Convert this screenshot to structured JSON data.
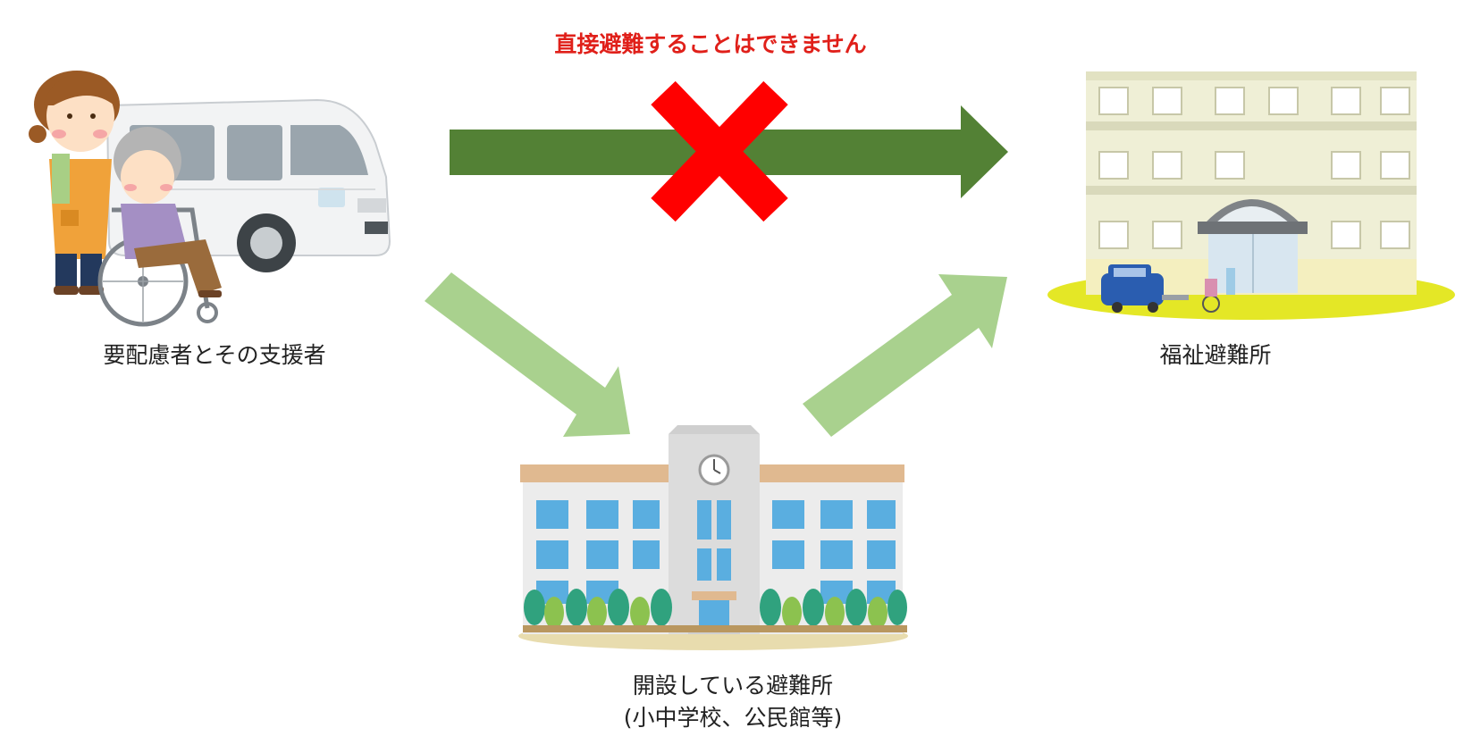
{
  "warning": "直接避難することはできません",
  "nodes": {
    "person": {
      "label": "要配慮者とその支援者"
    },
    "welfare_shelter": {
      "label": "福祉避難所"
    },
    "school_shelter": {
      "line1": "開設している避難所",
      "line2": "(小中学校、公民館等)"
    }
  },
  "edges": [
    {
      "from": "person",
      "to": "welfare_shelter",
      "style": "direct-blocked"
    },
    {
      "from": "person",
      "to": "school_shelter",
      "style": "allowed"
    },
    {
      "from": "school_shelter",
      "to": "welfare_shelter",
      "style": "allowed"
    }
  ],
  "colors": {
    "warning_text": "#e0201a",
    "cross": "#ff0000",
    "direct_arrow": "#538135",
    "allowed_arrow": "#a9d18e"
  },
  "icons": [
    "caregiver-icon",
    "wheelchair-icon",
    "van-icon",
    "cross-icon",
    "clock-icon",
    "tree-icon",
    "welfare-facility-icon",
    "school-building-icon"
  ]
}
